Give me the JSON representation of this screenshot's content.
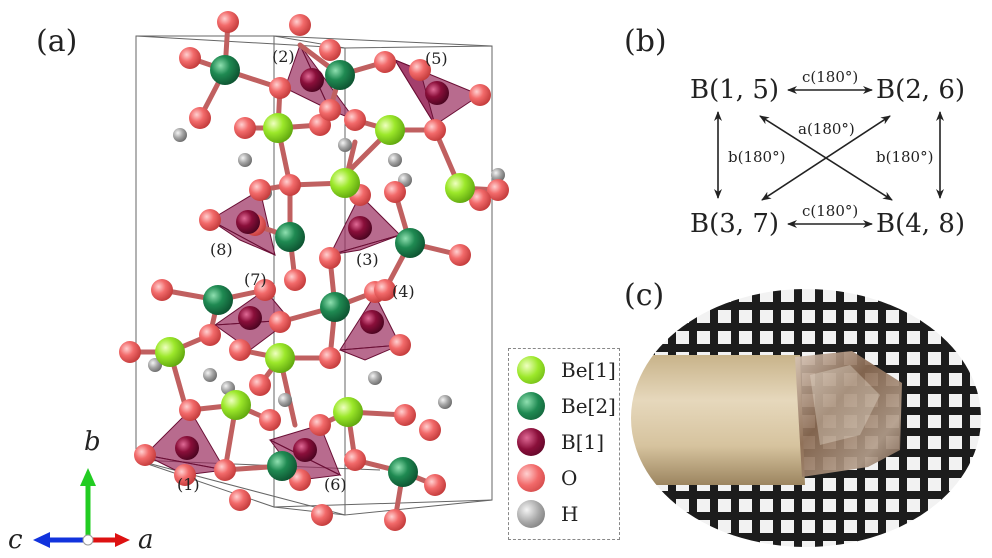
{
  "panels": {
    "a": "(a)",
    "b": "(b)",
    "c": "(c)"
  },
  "crystal": {
    "tetra_labels": [
      "(1)",
      "(2)",
      "(3)",
      "(4)",
      "(5)",
      "(6)",
      "(7)",
      "(8)"
    ],
    "axes": {
      "b": "b",
      "c": "c",
      "a": "a"
    }
  },
  "legend": [
    {
      "label": "Be[1]",
      "color": "#9ce82a"
    },
    {
      "label": "Be[2]",
      "color": "#1f8a52"
    },
    {
      "label": "B[1]",
      "color": "#8a0f3a"
    },
    {
      "label": "O",
      "color": "#f26a6a"
    },
    {
      "label": "H",
      "color": "#a6a6a6"
    }
  ],
  "diagram": {
    "nodes": [
      "B(1, 5)",
      "B(2, 6)",
      "B(3, 7)",
      "B(4, 8)"
    ],
    "edges": {
      "top": "c(180°)",
      "bottom": "c(180°)",
      "left": "b(180°)",
      "right": "b(180°)",
      "diagonal": "a(180°)"
    }
  },
  "colors": {
    "be1": "#9ce82a",
    "be2": "#1f8a52",
    "b1": "#8a0f3a",
    "tetra": "#9a2c5e",
    "o": "#f26a6a",
    "h": "#a6a6a6",
    "axis_b": "#22cc22",
    "axis_c": "#1133dd",
    "axis_a": "#dd1111"
  }
}
